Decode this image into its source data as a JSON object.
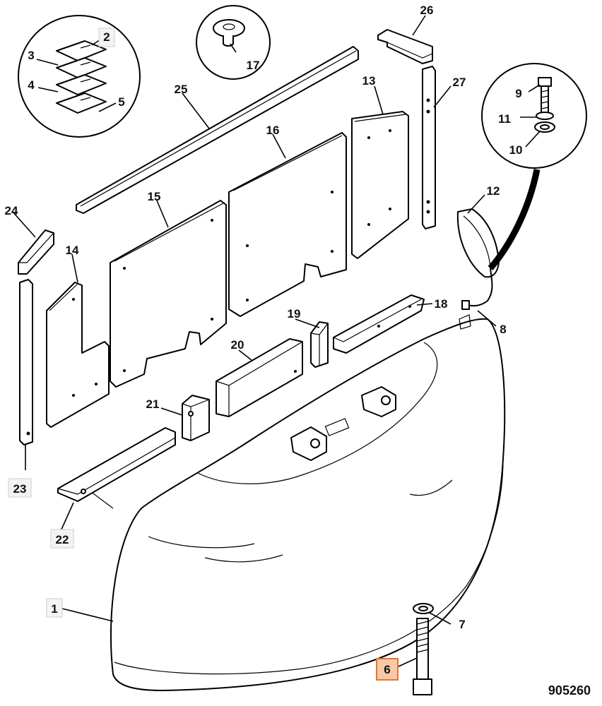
{
  "figure_number": "905260",
  "highlight_color": "#e8742e",
  "callouts": [
    {
      "id": "c1",
      "text": "1"
    },
    {
      "id": "c2",
      "text": "2"
    },
    {
      "id": "c3",
      "text": "3"
    },
    {
      "id": "c4",
      "text": "4"
    },
    {
      "id": "c5",
      "text": "5"
    },
    {
      "id": "c6",
      "text": "6",
      "highlighted": true
    },
    {
      "id": "c7",
      "text": "7"
    },
    {
      "id": "c8",
      "text": "8"
    },
    {
      "id": "c9",
      "text": "9"
    },
    {
      "id": "c10",
      "text": "10"
    },
    {
      "id": "c11",
      "text": "11"
    },
    {
      "id": "c12",
      "text": "12"
    },
    {
      "id": "c13",
      "text": "13"
    },
    {
      "id": "c14",
      "text": "14"
    },
    {
      "id": "c15",
      "text": "15"
    },
    {
      "id": "c16",
      "text": "16"
    },
    {
      "id": "c17",
      "text": "17"
    },
    {
      "id": "c18",
      "text": "18"
    },
    {
      "id": "c19",
      "text": "19"
    },
    {
      "id": "c20",
      "text": "20"
    },
    {
      "id": "c21",
      "text": "21"
    },
    {
      "id": "c22",
      "text": "22"
    },
    {
      "id": "c23",
      "text": "23"
    },
    {
      "id": "c24",
      "text": "24"
    },
    {
      "id": "c25",
      "text": "25"
    },
    {
      "id": "c26",
      "text": "26"
    },
    {
      "id": "c27",
      "text": "27"
    }
  ]
}
